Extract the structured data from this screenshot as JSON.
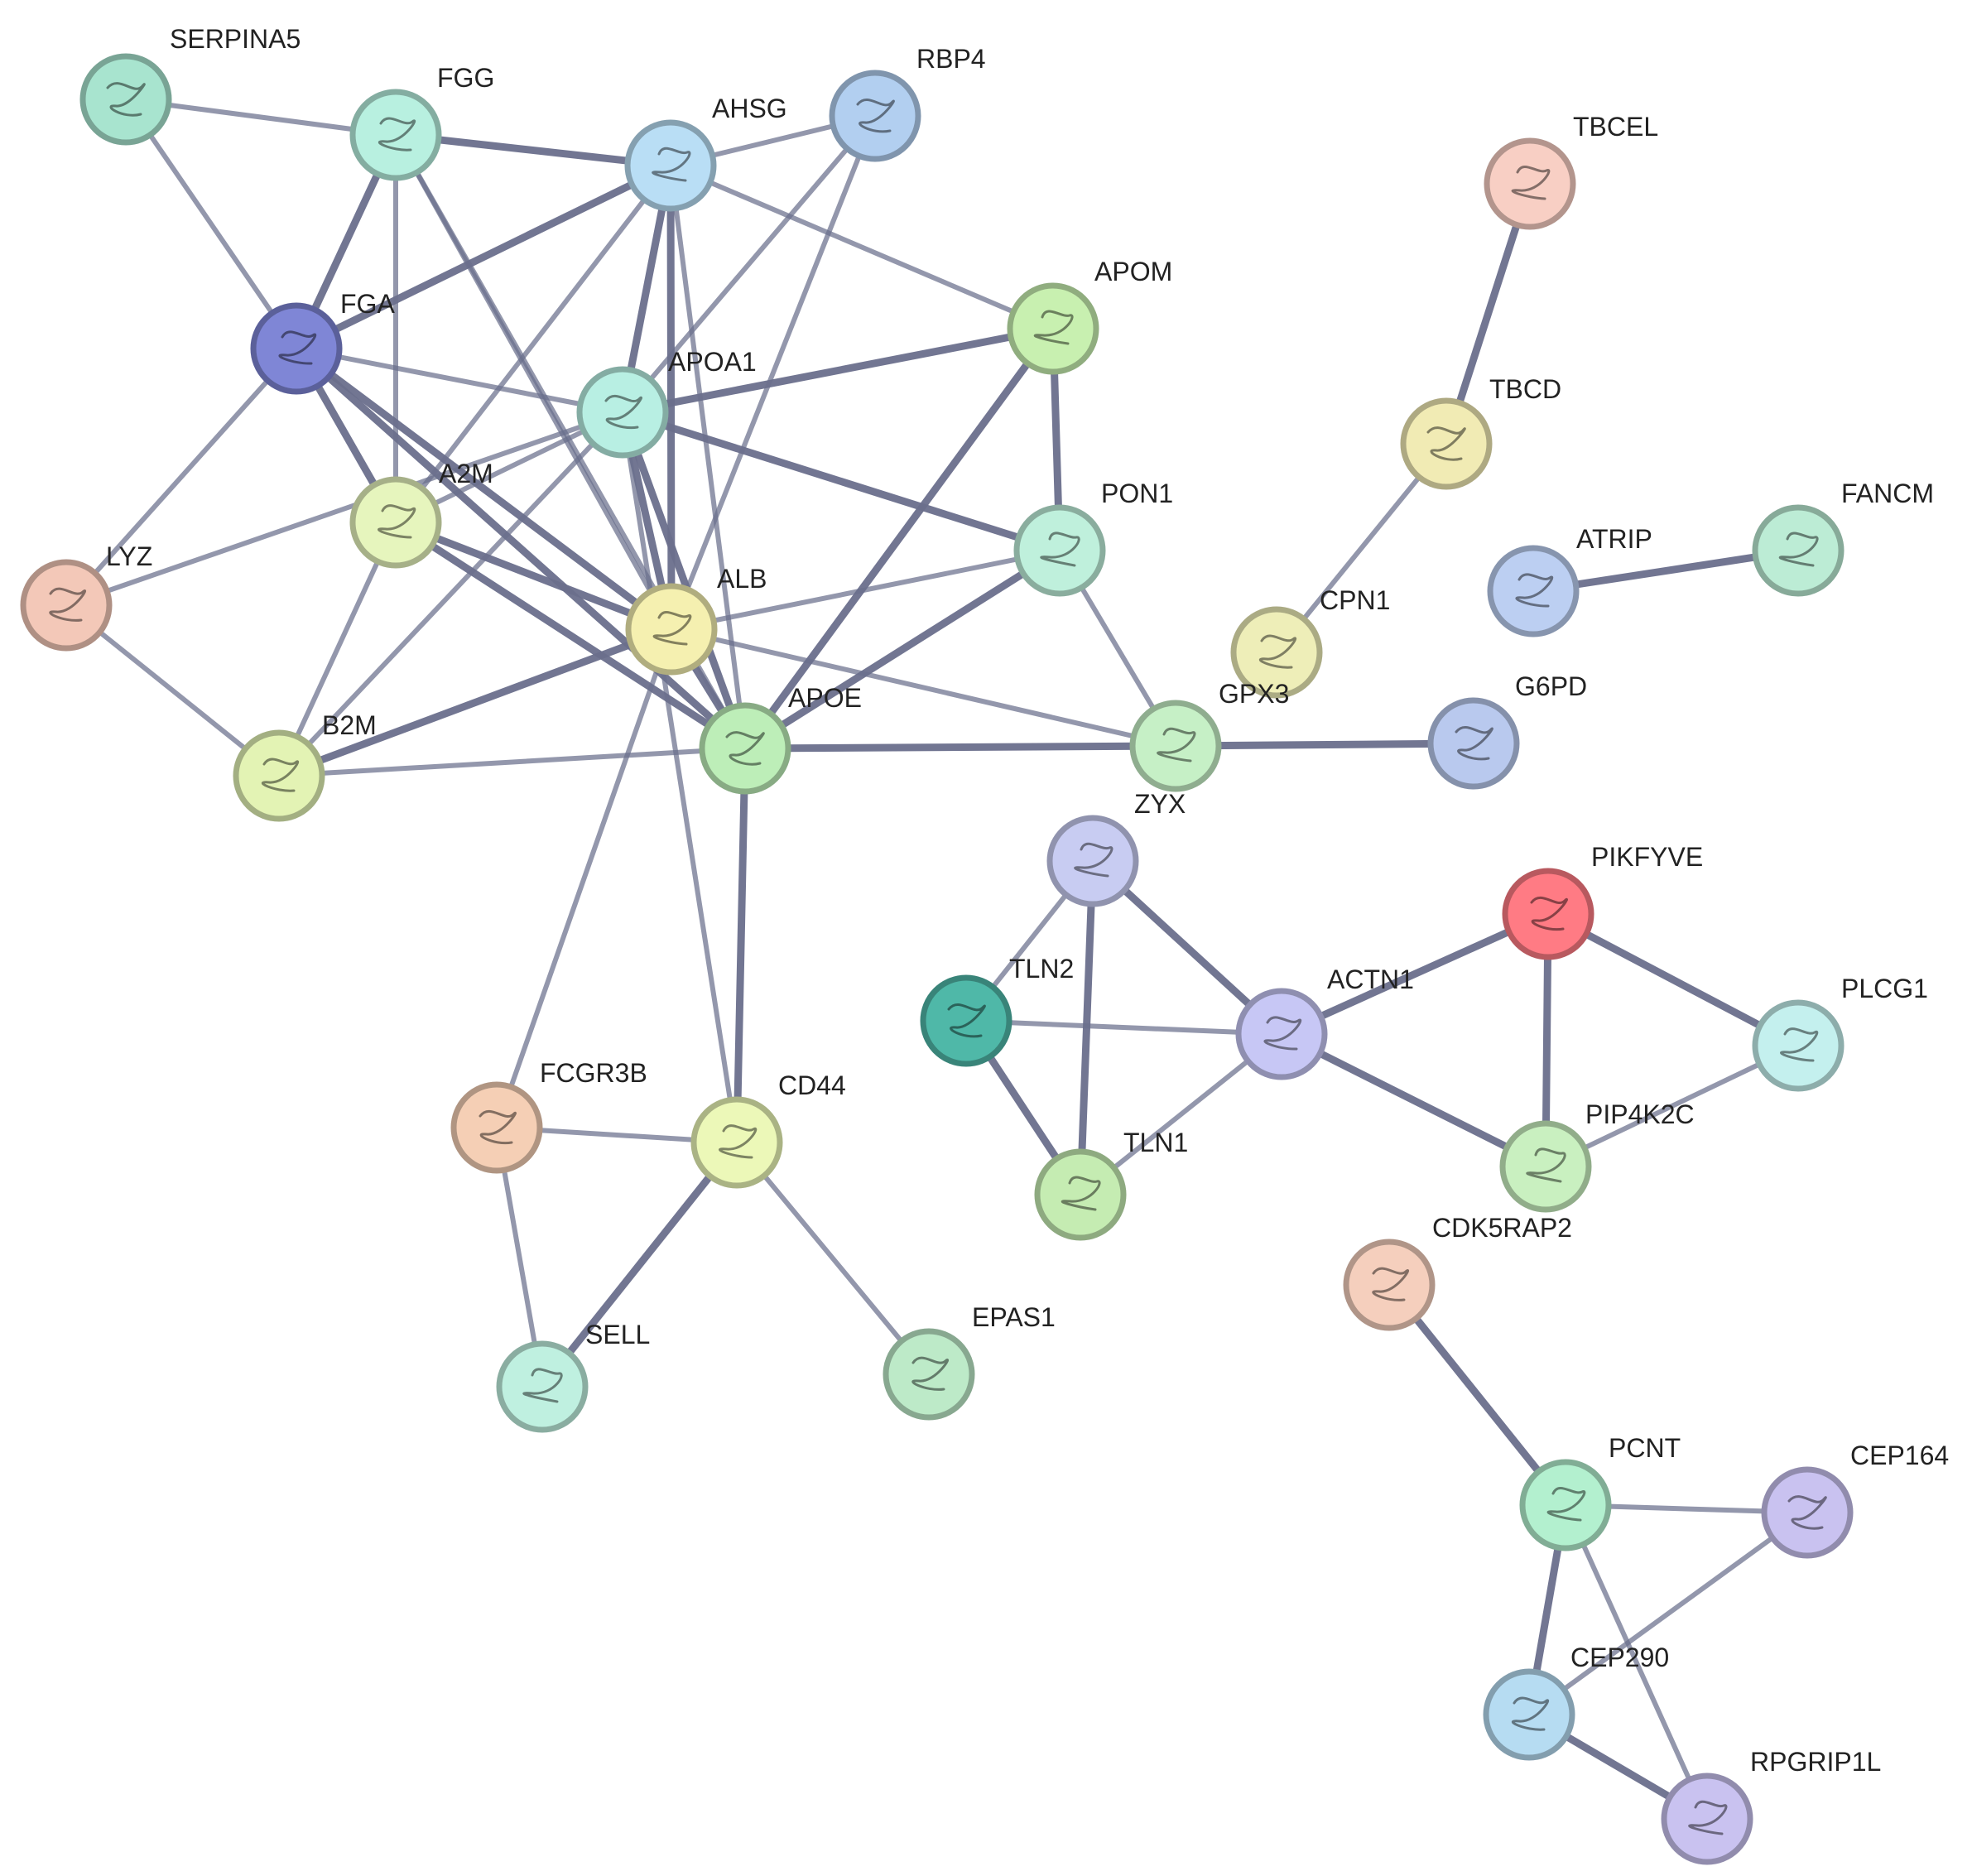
{
  "nodes": [
    {
      "id": "SERPINA5",
      "label": "SERPINA5",
      "color": "#a8e4cf"
    },
    {
      "id": "FGG",
      "label": "FGG",
      "color": "#b8f0e0"
    },
    {
      "id": "AHSG",
      "label": "AHSG",
      "color": "#b9def5"
    },
    {
      "id": "RBP4",
      "label": "RBP4",
      "color": "#b2cff0"
    },
    {
      "id": "FGA",
      "label": "FGA",
      "color": "#7f86d6"
    },
    {
      "id": "APOM",
      "label": "APOM",
      "color": "#c8f0b0"
    },
    {
      "id": "APOA1",
      "label": "APOA1",
      "color": "#b8efe3"
    },
    {
      "id": "A2M",
      "label": "A2M",
      "color": "#e6f5bd"
    },
    {
      "id": "PON1",
      "label": "PON1",
      "color": "#bff0dc"
    },
    {
      "id": "LYZ",
      "label": "LYZ",
      "color": "#f3c8b8"
    },
    {
      "id": "ALB",
      "label": "ALB",
      "color": "#f5f0b0"
    },
    {
      "id": "APOE",
      "label": "APOE",
      "color": "#bdeeb8"
    },
    {
      "id": "B2M",
      "label": "B2M",
      "color": "#e3f3b4"
    },
    {
      "id": "ZYX",
      "label": "ZYX",
      "color": "#c8ccf2"
    },
    {
      "id": "TLN2",
      "label": "TLN2",
      "color": "#4fb8a8"
    },
    {
      "id": "ACTN1",
      "label": "ACTN1",
      "color": "#c7c7f5"
    },
    {
      "id": "TLN1",
      "label": "TLN1",
      "color": "#c5ecb2"
    },
    {
      "id": "FCGR3B",
      "label": "FCGR3B",
      "color": "#f5cfb5"
    },
    {
      "id": "CD44",
      "label": "CD44",
      "color": "#ecf8b8"
    },
    {
      "id": "SELL",
      "label": "SELL",
      "color": "#bff0e0"
    },
    {
      "id": "EPAS1",
      "label": "EPAS1",
      "color": "#bdeac8"
    },
    {
      "id": "TBCEL",
      "label": "TBCEL",
      "color": "#f8cfc4"
    },
    {
      "id": "TBCD",
      "label": "TBCD",
      "color": "#f1ebb4"
    },
    {
      "id": "CPN1",
      "label": "CPN1",
      "color": "#eeeeb8"
    },
    {
      "id": "GPX3",
      "label": "GPX3",
      "color": "#c6f0c6"
    },
    {
      "id": "G6PD",
      "label": "G6PD",
      "color": "#b9c9ee"
    },
    {
      "id": "ATRIP",
      "label": "ATRIP",
      "color": "#bccff2"
    },
    {
      "id": "FANCM",
      "label": "FANCM",
      "color": "#bcecd5"
    },
    {
      "id": "PIKFYVE",
      "label": "PIKFYVE",
      "color": "#ff7b84"
    },
    {
      "id": "PLCG1",
      "label": "PLCG1",
      "color": "#c4f0ee"
    },
    {
      "id": "PIP4K2C",
      "label": "PIP4K2C",
      "color": "#c9f0c0"
    },
    {
      "id": "CDK5RAP2",
      "label": "CDK5RAP2",
      "color": "#f5cfbd"
    },
    {
      "id": "PCNT",
      "label": "PCNT",
      "color": "#b3f0cf"
    },
    {
      "id": "CEP164",
      "label": "CEP164",
      "color": "#c9c2f0"
    },
    {
      "id": "CEP290",
      "label": "CEP290",
      "color": "#b6dcf2"
    },
    {
      "id": "RPGRIP1L",
      "label": "RPGRIP1L",
      "color": "#c9c2f0"
    }
  ],
  "edges": [
    {
      "source": "SERPINA5",
      "target": "FGG"
    },
    {
      "source": "SERPINA5",
      "target": "FGA"
    },
    {
      "source": "FGG",
      "target": "AHSG"
    },
    {
      "source": "FGG",
      "target": "FGA"
    },
    {
      "source": "FGG",
      "target": "A2M"
    },
    {
      "source": "FGG",
      "target": "ALB"
    },
    {
      "source": "FGG",
      "target": "APOE"
    },
    {
      "source": "AHSG",
      "target": "RBP4"
    },
    {
      "source": "AHSG",
      "target": "FGA"
    },
    {
      "source": "AHSG",
      "target": "APOM"
    },
    {
      "source": "AHSG",
      "target": "APOA1"
    },
    {
      "source": "AHSG",
      "target": "A2M"
    },
    {
      "source": "AHSG",
      "target": "ALB"
    },
    {
      "source": "AHSG",
      "target": "APOE"
    },
    {
      "source": "RBP4",
      "target": "APOA1"
    },
    {
      "source": "RBP4",
      "target": "ALB"
    },
    {
      "source": "FGA",
      "target": "APOA1"
    },
    {
      "source": "FGA",
      "target": "A2M"
    },
    {
      "source": "FGA",
      "target": "ALB"
    },
    {
      "source": "FGA",
      "target": "APOE"
    },
    {
      "source": "FGA",
      "target": "LYZ"
    },
    {
      "source": "APOM",
      "target": "APOA1"
    },
    {
      "source": "APOM",
      "target": "PON1"
    },
    {
      "source": "APOM",
      "target": "APOE"
    },
    {
      "source": "APOA1",
      "target": "A2M"
    },
    {
      "source": "APOA1",
      "target": "PON1"
    },
    {
      "source": "APOA1",
      "target": "ALB"
    },
    {
      "source": "APOA1",
      "target": "APOE"
    },
    {
      "source": "APOA1",
      "target": "B2M"
    },
    {
      "source": "APOA1",
      "target": "LYZ"
    },
    {
      "source": "APOA1",
      "target": "CD44"
    },
    {
      "source": "A2M",
      "target": "ALB"
    },
    {
      "source": "A2M",
      "target": "APOE"
    },
    {
      "source": "A2M",
      "target": "B2M"
    },
    {
      "source": "PON1",
      "target": "ALB"
    },
    {
      "source": "PON1",
      "target": "APOE"
    },
    {
      "source": "PON1",
      "target": "GPX3"
    },
    {
      "source": "LYZ",
      "target": "B2M"
    },
    {
      "source": "ALB",
      "target": "APOE"
    },
    {
      "source": "ALB",
      "target": "B2M"
    },
    {
      "source": "ALB",
      "target": "GPX3"
    },
    {
      "source": "ALB",
      "target": "FCGR3B"
    },
    {
      "source": "APOE",
      "target": "B2M"
    },
    {
      "source": "APOE",
      "target": "GPX3"
    },
    {
      "source": "APOE",
      "target": "CD44"
    },
    {
      "source": "GPX3",
      "target": "G6PD"
    },
    {
      "source": "FCGR3B",
      "target": "CD44"
    },
    {
      "source": "FCGR3B",
      "target": "SELL"
    },
    {
      "source": "CD44",
      "target": "SELL"
    },
    {
      "source": "CD44",
      "target": "EPAS1"
    },
    {
      "source": "TBCEL",
      "target": "TBCD"
    },
    {
      "source": "TBCD",
      "target": "CPN1"
    },
    {
      "source": "ATRIP",
      "target": "FANCM"
    },
    {
      "source": "ZYX",
      "target": "TLN2"
    },
    {
      "source": "ZYX",
      "target": "TLN1"
    },
    {
      "source": "ZYX",
      "target": "ACTN1"
    },
    {
      "source": "TLN2",
      "target": "TLN1"
    },
    {
      "source": "TLN2",
      "target": "ACTN1"
    },
    {
      "source": "TLN1",
      "target": "ACTN1"
    },
    {
      "source": "ACTN1",
      "target": "PIKFYVE"
    },
    {
      "source": "ACTN1",
      "target": "PIP4K2C"
    },
    {
      "source": "PIKFYVE",
      "target": "PLCG1"
    },
    {
      "source": "PIKFYVE",
      "target": "PIP4K2C"
    },
    {
      "source": "PLCG1",
      "target": "PIP4K2C"
    },
    {
      "source": "CDK5RAP2",
      "target": "PCNT"
    },
    {
      "source": "PCNT",
      "target": "CEP164"
    },
    {
      "source": "PCNT",
      "target": "CEP290"
    },
    {
      "source": "PCNT",
      "target": "RPGRIP1L"
    },
    {
      "source": "CEP164",
      "target": "CEP290"
    },
    {
      "source": "CEP290",
      "target": "RPGRIP1L"
    }
  ]
}
